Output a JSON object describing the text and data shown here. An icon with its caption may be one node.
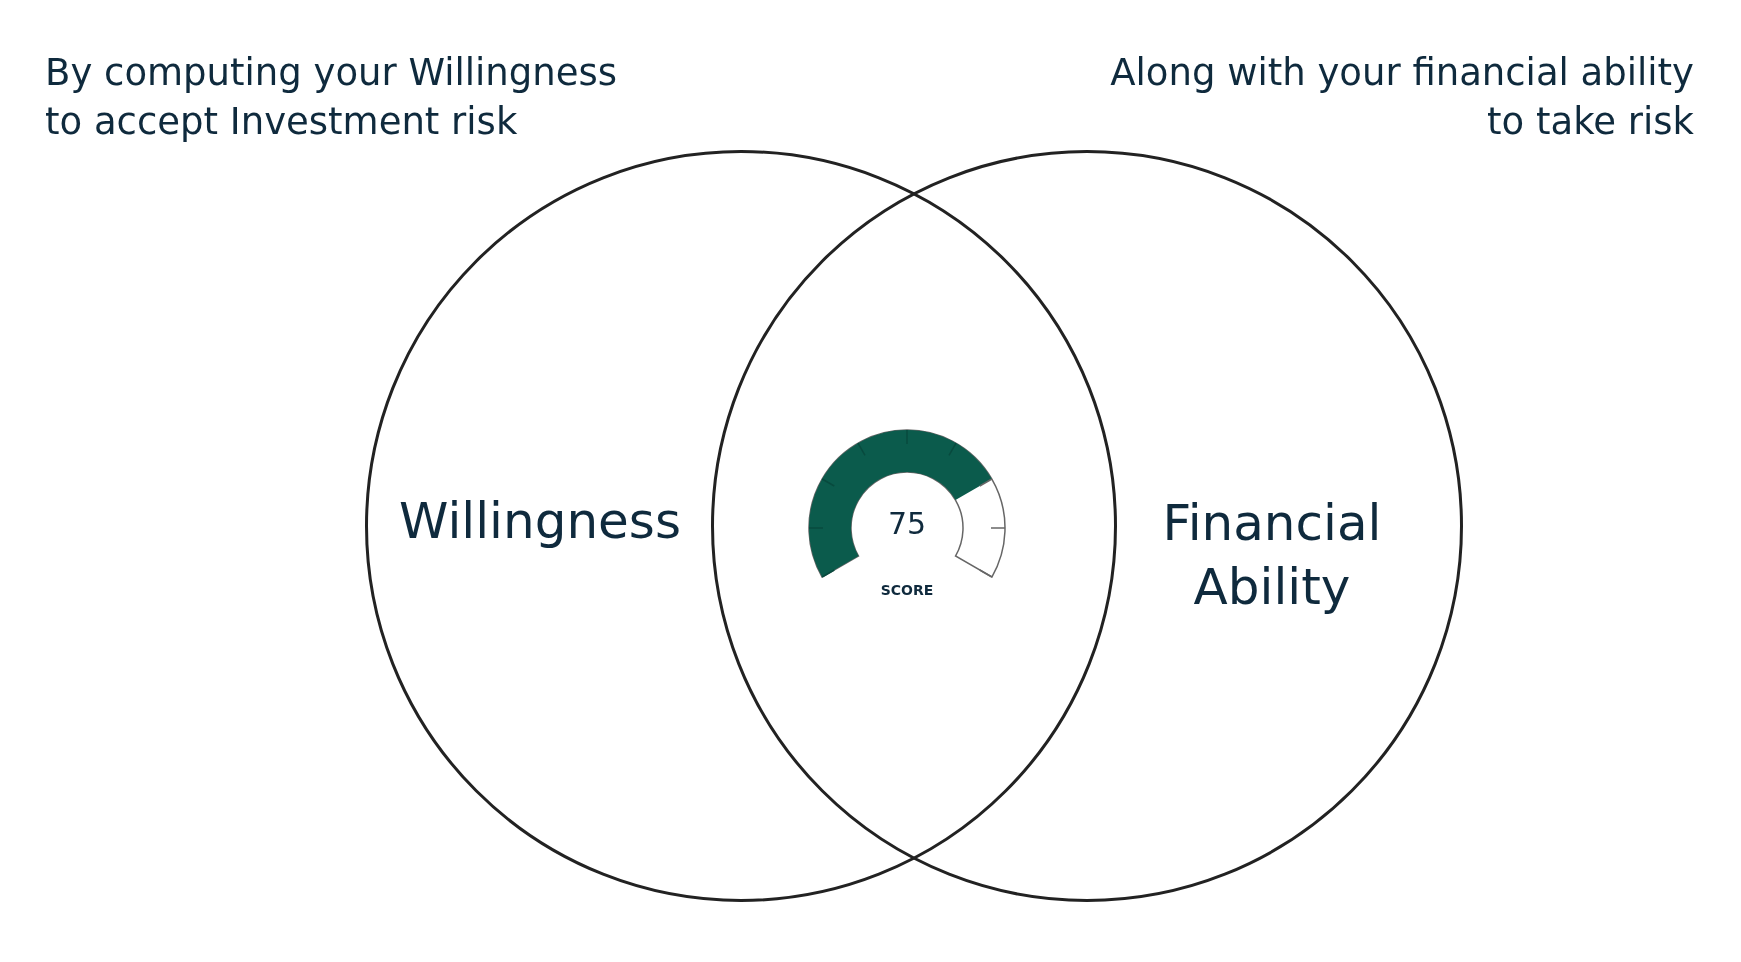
{
  "diagram": {
    "nodes": [
      {
        "text": [
          "Willingness"
        ]
      },
      {
        "text": [
          "Financial Ability"
        ]
      },
      {
        "text": [
          "75",
          "SCORE"
        ]
      }
    ],
    "edges": [],
    "labels": [
      "By computing your Willingness to accept Investment risk",
      "Along with your financial ability to take risk"
    ]
  }
}
